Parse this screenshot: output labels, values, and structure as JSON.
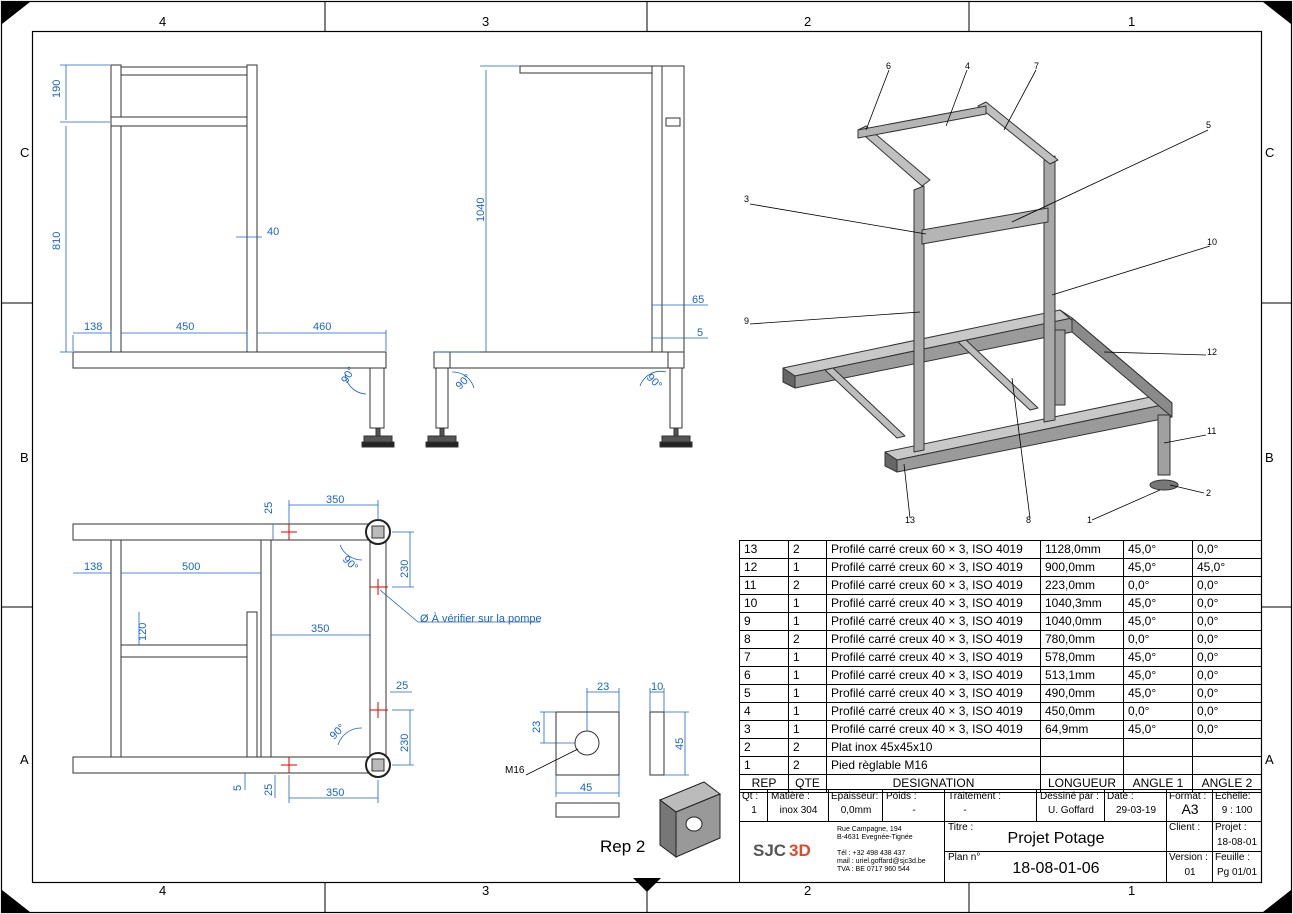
{
  "zones": {
    "cols": [
      "4",
      "3",
      "2",
      "1"
    ],
    "rows": [
      "C",
      "B",
      "A"
    ]
  },
  "front_view": {
    "dims": [
      "190",
      "810",
      "40",
      "138",
      "450",
      "460",
      "90°"
    ]
  },
  "side_view": {
    "dims": [
      "1040",
      "65",
      "5",
      "90°",
      "90°"
    ]
  },
  "top_view": {
    "dims": [
      "350",
      "25",
      "138",
      "500",
      "230",
      "120",
      "350",
      "25",
      "230",
      "5",
      "25",
      "350",
      "90°",
      "90°"
    ],
    "note": "Ø À vérifier sur la pompe"
  },
  "plate": {
    "dims": [
      "23",
      "23",
      "10",
      "45",
      "45"
    ],
    "thread": "M16",
    "caption": "Rep 2"
  },
  "balloons": [
    "6",
    "4",
    "7",
    "5",
    "3",
    "10",
    "9",
    "12",
    "11",
    "2",
    "1",
    "8",
    "13"
  ],
  "bom": {
    "headers": [
      "REP",
      "QTE",
      "DESIGNATION",
      "LONGUEUR",
      "ANGLE 1",
      "ANGLE 2"
    ],
    "rows": [
      [
        "13",
        "2",
        "Profilé carré creux 60 × 3, ISO 4019",
        "1128,0mm",
        "45,0°",
        "0,0°"
      ],
      [
        "12",
        "1",
        "Profilé carré creux 60 × 3, ISO 4019",
        "900,0mm",
        "45,0°",
        "45,0°"
      ],
      [
        "11",
        "2",
        "Profilé carré creux 60 × 3, ISO 4019",
        "223,0mm",
        "0,0°",
        "0,0°"
      ],
      [
        "10",
        "1",
        "Profilé carré creux 40 × 3, ISO 4019",
        "1040,3mm",
        "45,0°",
        "0,0°"
      ],
      [
        "9",
        "1",
        "Profilé carré creux 40 × 3, ISO 4019",
        "1040,0mm",
        "45,0°",
        "0,0°"
      ],
      [
        "8",
        "2",
        "Profilé carré creux 40 × 3, ISO 4019",
        "780,0mm",
        "0,0°",
        "0,0°"
      ],
      [
        "7",
        "1",
        "Profilé carré creux 40 × 3, ISO 4019",
        "578,0mm",
        "45,0°",
        "0,0°"
      ],
      [
        "6",
        "1",
        "Profilé carré creux 40 × 3, ISO 4019",
        "513,1mm",
        "45,0°",
        "0,0°"
      ],
      [
        "5",
        "1",
        "Profilé carré creux 40 × 3, ISO 4019",
        "490,0mm",
        "45,0°",
        "0,0°"
      ],
      [
        "4",
        "1",
        "Profilé carré creux 40 × 3, ISO 4019",
        "450,0mm",
        "0,0°",
        "0,0°"
      ],
      [
        "3",
        "1",
        "Profilé carré creux 40 × 3, ISO 4019",
        "64,9mm",
        "45,0°",
        "0,0°"
      ],
      [
        "2",
        "2",
        "Plat inox 45x45x10",
        "",
        "",
        ""
      ],
      [
        "1",
        "2",
        "Pied règlable M16",
        "",
        "",
        ""
      ]
    ]
  },
  "title_block": {
    "qt_label": "Qt :",
    "qt": "1",
    "matiere_label": "Matière :",
    "matiere": "inox 304",
    "epaisseur_label": "Epaisseur:",
    "epaisseur": "0,0mm",
    "poids_label": "Poids :",
    "poids": "-",
    "traitement_label": "Traitement :",
    "traitement": "-",
    "dessine_label": "Dessiné par :",
    "dessine": "U. Goffard",
    "date_label": "Date :",
    "date": "29-03-19",
    "format_label": "Format :",
    "format": "A3",
    "echelle_label": "Echelle:",
    "echelle": "9 : 100",
    "titre_label": "Titre :",
    "titre": "Projet Potage",
    "client_label": "Client :",
    "client": "",
    "projet_label": "Projet :",
    "projet": "18-08-01",
    "plan_label": "Plan n°",
    "plan": "18-08-01-06",
    "version_label": "Version :",
    "version": "01",
    "feuille_label": "Feuille :",
    "feuille": "Pg  01/01",
    "company": "SJC3D",
    "address": [
      "Rue Campagne, 194",
      "B-4631 Evegnée-Tignée",
      "",
      "Tél : +32 498 438 437",
      "mail : uriel.goffard@sjc3d.be",
      "TVA : BE 0717 960 544"
    ]
  }
}
